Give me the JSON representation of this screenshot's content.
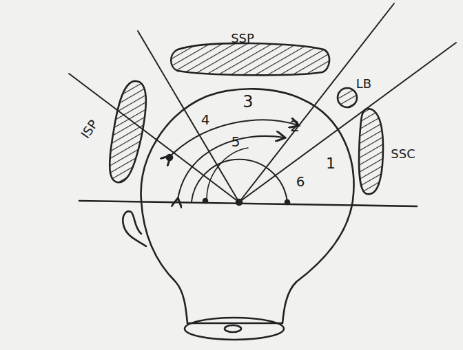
{
  "diagram": {
    "labels": [
      "SSP",
      "LB",
      "ISP",
      "3",
      "4",
      "2",
      "5",
      "1",
      "SSC",
      "6"
    ]
  }
}
